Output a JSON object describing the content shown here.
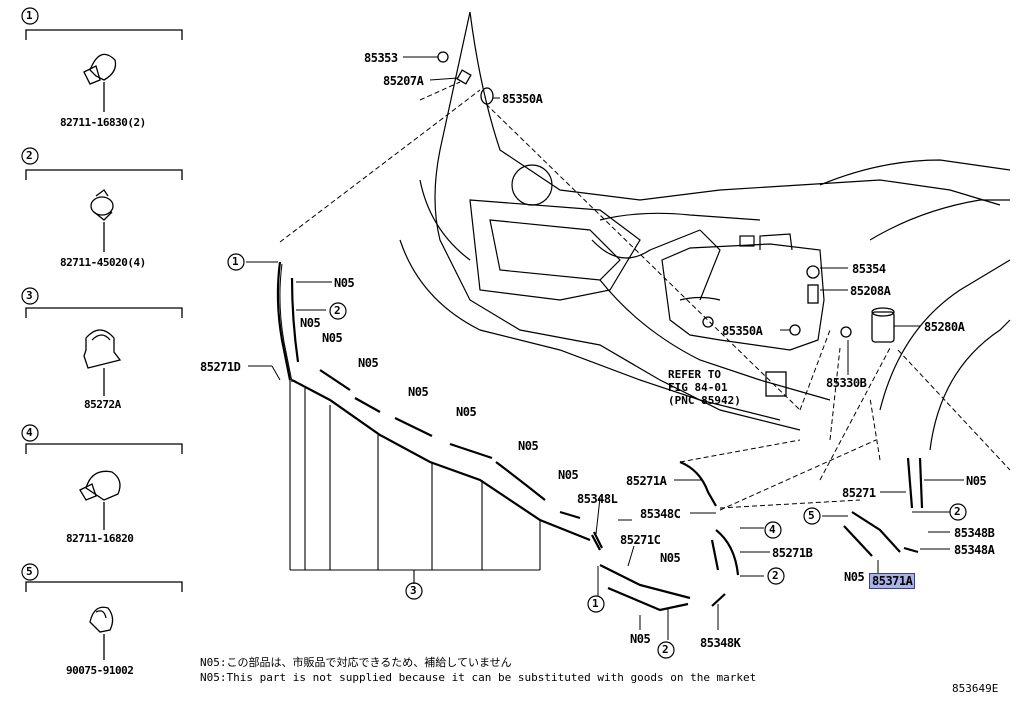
{
  "sidebar": {
    "items": [
      {
        "index": "1",
        "part": "82711-16830(2)"
      },
      {
        "index": "2",
        "part": "82711-45020(4)"
      },
      {
        "index": "3",
        "part": "85272A"
      },
      {
        "index": "4",
        "part": "82711-16820"
      },
      {
        "index": "5",
        "part": "90075-91002"
      }
    ]
  },
  "labels": {
    "p85353": "85353",
    "p85207A": "85207A",
    "p85350A_top": "85350A",
    "p85354": "85354",
    "p85208A": "85208A",
    "p85350A_mid": "85350A",
    "p85280A": "85280A",
    "p85330B": "85330B",
    "p85271D": "85271D",
    "p85271A": "85271A",
    "p85348C": "85348C",
    "p85348L": "85348L",
    "p85271C": "85271C",
    "p85271B": "85271B",
    "p85348K": "85348K",
    "p85271": "85271",
    "p85348B": "85348B",
    "p85348A": "85348A",
    "p85371A": "85371A",
    "n05": "N05"
  },
  "callouts": {
    "c1": "1",
    "c2": "2",
    "c3": "3",
    "c4": "4",
    "c5": "5"
  },
  "refer": {
    "line1": "REFER TO",
    "line2": "FIG 84-01",
    "line3": "(PNC 85942)"
  },
  "notes": {
    "jp": "N05:この部品は、市販品で対応できるため、補給していません",
    "en": "N05:This part is not supplied because it can be substituted with goods on the market"
  },
  "figure_id": "853649E"
}
